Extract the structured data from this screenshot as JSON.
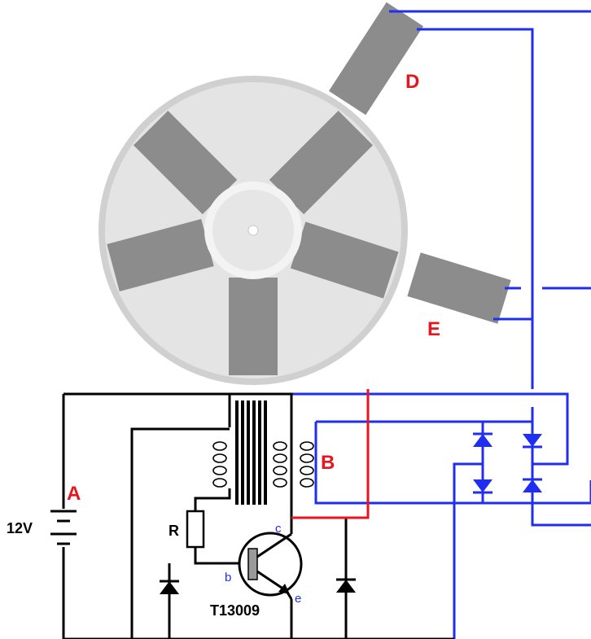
{
  "labels": {
    "D": "D",
    "E": "E",
    "A": "A",
    "B": "B",
    "voltage": "12V",
    "R": "R",
    "collector": "c",
    "base": "b",
    "emitter": "e",
    "transistor": "T13009"
  },
  "colors": {
    "wire_blue": "#1f2ef0",
    "wire_black": "#000000",
    "wire_red": "#e8141e",
    "magnet": "#8c8c8c",
    "rotor_outer": "#d0d0d0",
    "rotor_inner": "#e4e4e4",
    "rotor_hub": "#f3f3f3"
  },
  "rotor": {
    "magnet_count": 5,
    "magnet_angles_deg": [
      -135,
      -45,
      18,
      90,
      165
    ]
  },
  "stator_coils": [
    {
      "id": "D",
      "angle_deg": -57
    },
    {
      "id": "E",
      "angle_deg": 17
    }
  ]
}
